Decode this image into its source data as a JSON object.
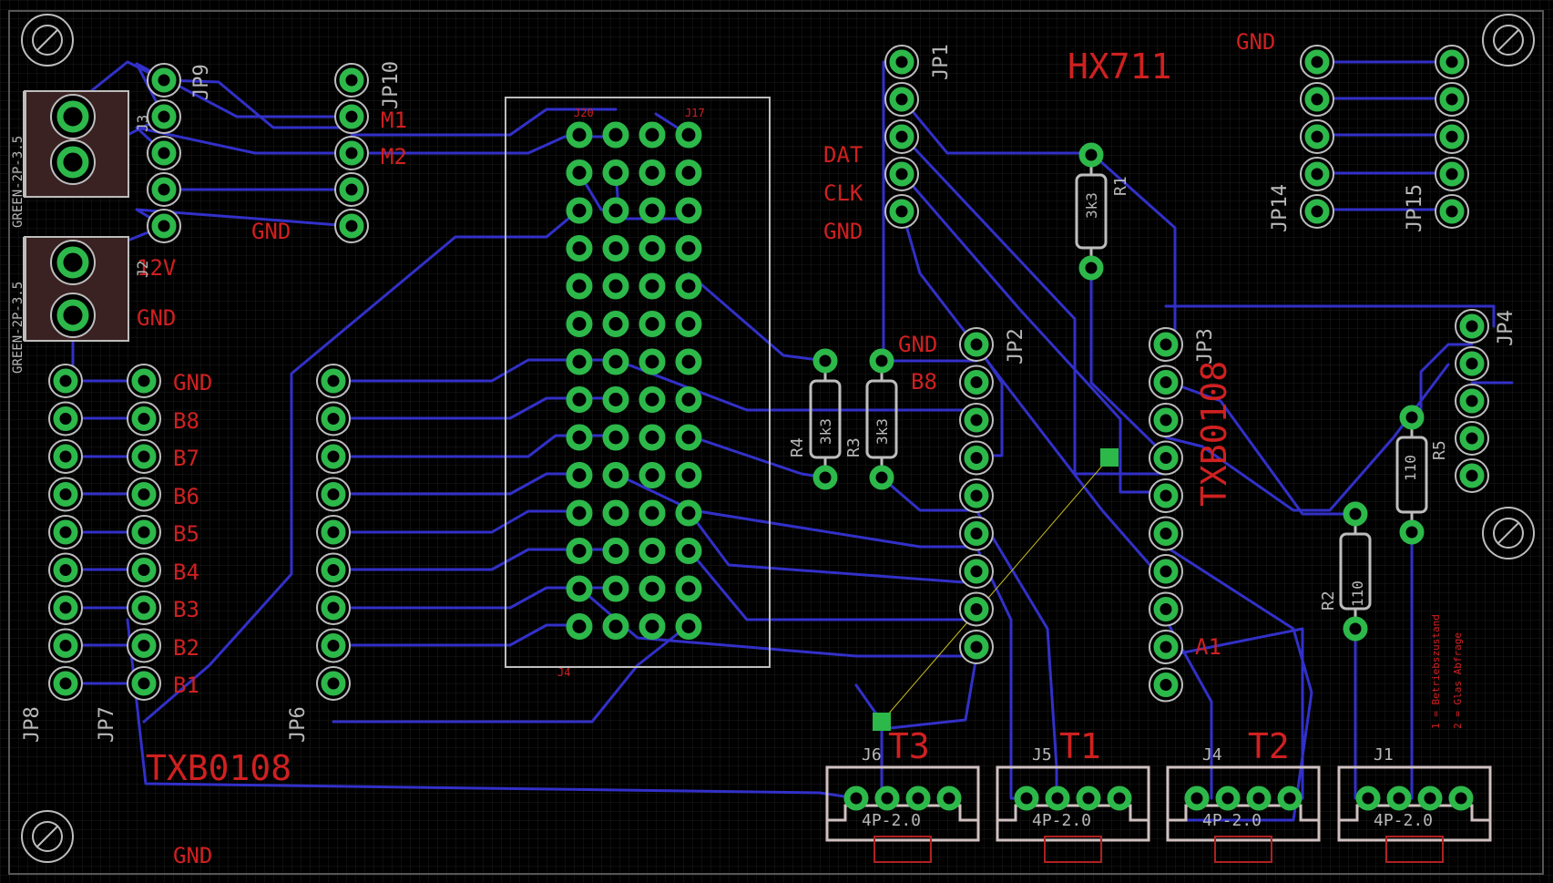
{
  "colors": {
    "background": "#000000",
    "grid": "#1c1c1c",
    "trace": "#3230c8",
    "pad": "#2db84a",
    "silkscreen": "#bdbdbd",
    "label": "#d02020"
  },
  "labels": {
    "hx711": "HX711",
    "txb_left": "TXB0108",
    "txb_right": "TXB0108",
    "m1": "M1",
    "m2": "M2",
    "gnd_jp10": "GND",
    "v12": "12V",
    "gnd_j2": "GND",
    "gnd_jp14": "GND",
    "dat": "DAT",
    "clk": "CLK",
    "gnd_jp1": "GND",
    "gnd_jp2": "GND",
    "b8_jp2": "B8",
    "a1": "A1",
    "gnd_jp7": "GND",
    "b8": "B8",
    "b7": "B7",
    "b6": "B6",
    "b5": "B5",
    "b4": "B4",
    "b3": "B3",
    "b2": "B2",
    "b1": "B1",
    "gnd_bottom": "GND",
    "t3": "T3",
    "t1": "T1",
    "t2": "T2",
    "legend_1": "1 = Betriebszustand",
    "legend_2": "2 = Glas Abfrage"
  },
  "designators": {
    "jp1": "JP1",
    "jp2": "JP2",
    "jp3": "JP3",
    "jp4": "JP4",
    "jp6": "JP6",
    "jp7": "JP7",
    "jp8": "JP8",
    "jp9": "JP9",
    "jp10": "JP10",
    "jp14": "JP14",
    "jp15": "JP15",
    "j1": "J1",
    "j2": "J2",
    "j3": "J3",
    "j4": "J4",
    "j5": "J5",
    "j6": "J6",
    "r1": "R1",
    "r2": "R2",
    "r3": "R3",
    "r4": "R4",
    "r5": "R5",
    "j20": "J20",
    "j17": "J17",
    "j4_header": "J4"
  },
  "values": {
    "r1": "3k3",
    "r2": "110",
    "r3": "3k3",
    "r4": "3k3",
    "r5": "110",
    "terminal": "GREEN-2P-3.5",
    "connector": "4P-2.0"
  }
}
